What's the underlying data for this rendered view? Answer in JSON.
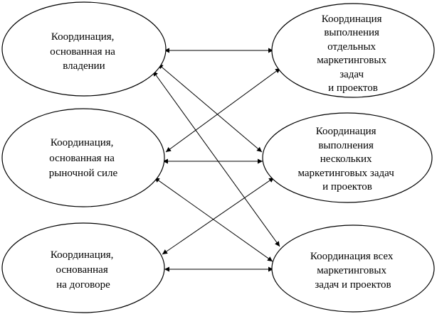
{
  "nodes": [
    {
      "id": "L1",
      "lines": [
        "Координация,",
        "основанная на",
        "владении"
      ]
    },
    {
      "id": "L2",
      "lines": [
        "Координация,",
        "основанная на",
        "рыночной силе"
      ]
    },
    {
      "id": "L3",
      "lines": [
        "Координация,",
        "основанная",
        "на договоре"
      ]
    },
    {
      "id": "R1",
      "lines": [
        "Координация",
        "выполнения",
        "отдельных",
        "маркетинговых",
        "задач",
        "и проектов"
      ]
    },
    {
      "id": "R2",
      "lines": [
        "Координация",
        "выполнения",
        "нескольких",
        "маркетинговых задач",
        "и проектов"
      ]
    },
    {
      "id": "R3",
      "lines": [
        "Координация всех",
        "маркетинговых",
        "задач и проектов"
      ]
    }
  ],
  "edges": [
    {
      "from": "L1",
      "to": "R1"
    },
    {
      "from": "L1",
      "to": "R2"
    },
    {
      "from": "L1",
      "to": "R3"
    },
    {
      "from": "L2",
      "to": "R1"
    },
    {
      "from": "L2",
      "to": "R2"
    },
    {
      "from": "L2",
      "to": "R3"
    },
    {
      "from": "L3",
      "to": "R2"
    },
    {
      "from": "L3",
      "to": "R3"
    }
  ],
  "colors": {
    "stroke": "#000000",
    "fill": "#ffffff"
  }
}
